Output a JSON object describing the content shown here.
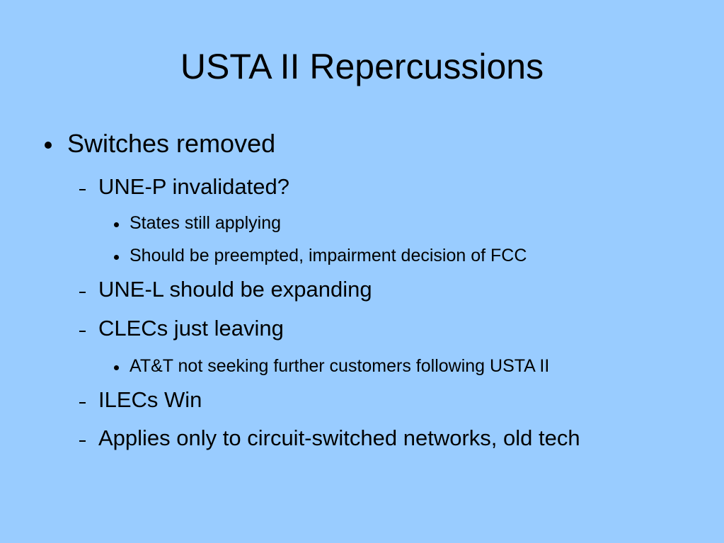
{
  "slide": {
    "title": "USTA II Repercussions",
    "bullets": {
      "b1": "Switches removed",
      "b1_1": "UNE-P invalidated?",
      "b1_1_1": "States still applying",
      "b1_1_2": "Should be preempted, impairment decision of FCC",
      "b1_2": "UNE-L should be expanding",
      "b1_3": "CLECs just leaving",
      "b1_3_1": "AT&T not seeking further customers following USTA II",
      "b1_4": "ILECs Win",
      "b1_5": "Applies only to circuit-switched networks, old tech"
    }
  }
}
